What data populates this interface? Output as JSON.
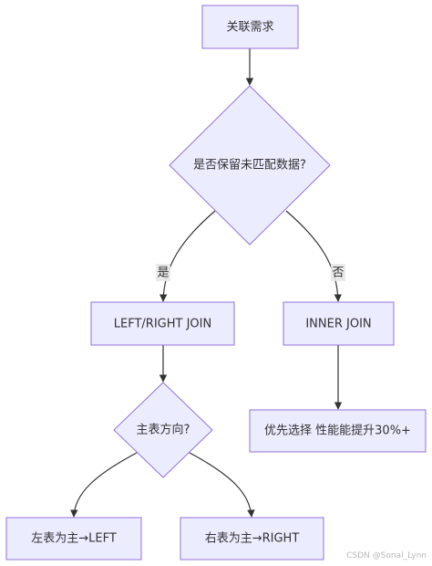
{
  "nodes": {
    "requirement": "关联需求",
    "keep_unmatched": "是否保留未匹配数据?",
    "left_right_join": "LEFT/RIGHT JOIN",
    "inner_join": "INNER JOIN",
    "main_table_direction": "主表方向?",
    "performance_priority": "优先选择 性能能提升30%+",
    "left_table_main": "左表为主→LEFT",
    "right_table_main": "右表为主→RIGHT"
  },
  "edge_labels": {
    "yes": "是",
    "no": "否"
  },
  "watermark": "CSDN @Sonal_Lynn",
  "colors": {
    "node_fill": "#ECECFF",
    "node_stroke": "#9370DB",
    "edge": "#333333",
    "text": "#333333"
  }
}
